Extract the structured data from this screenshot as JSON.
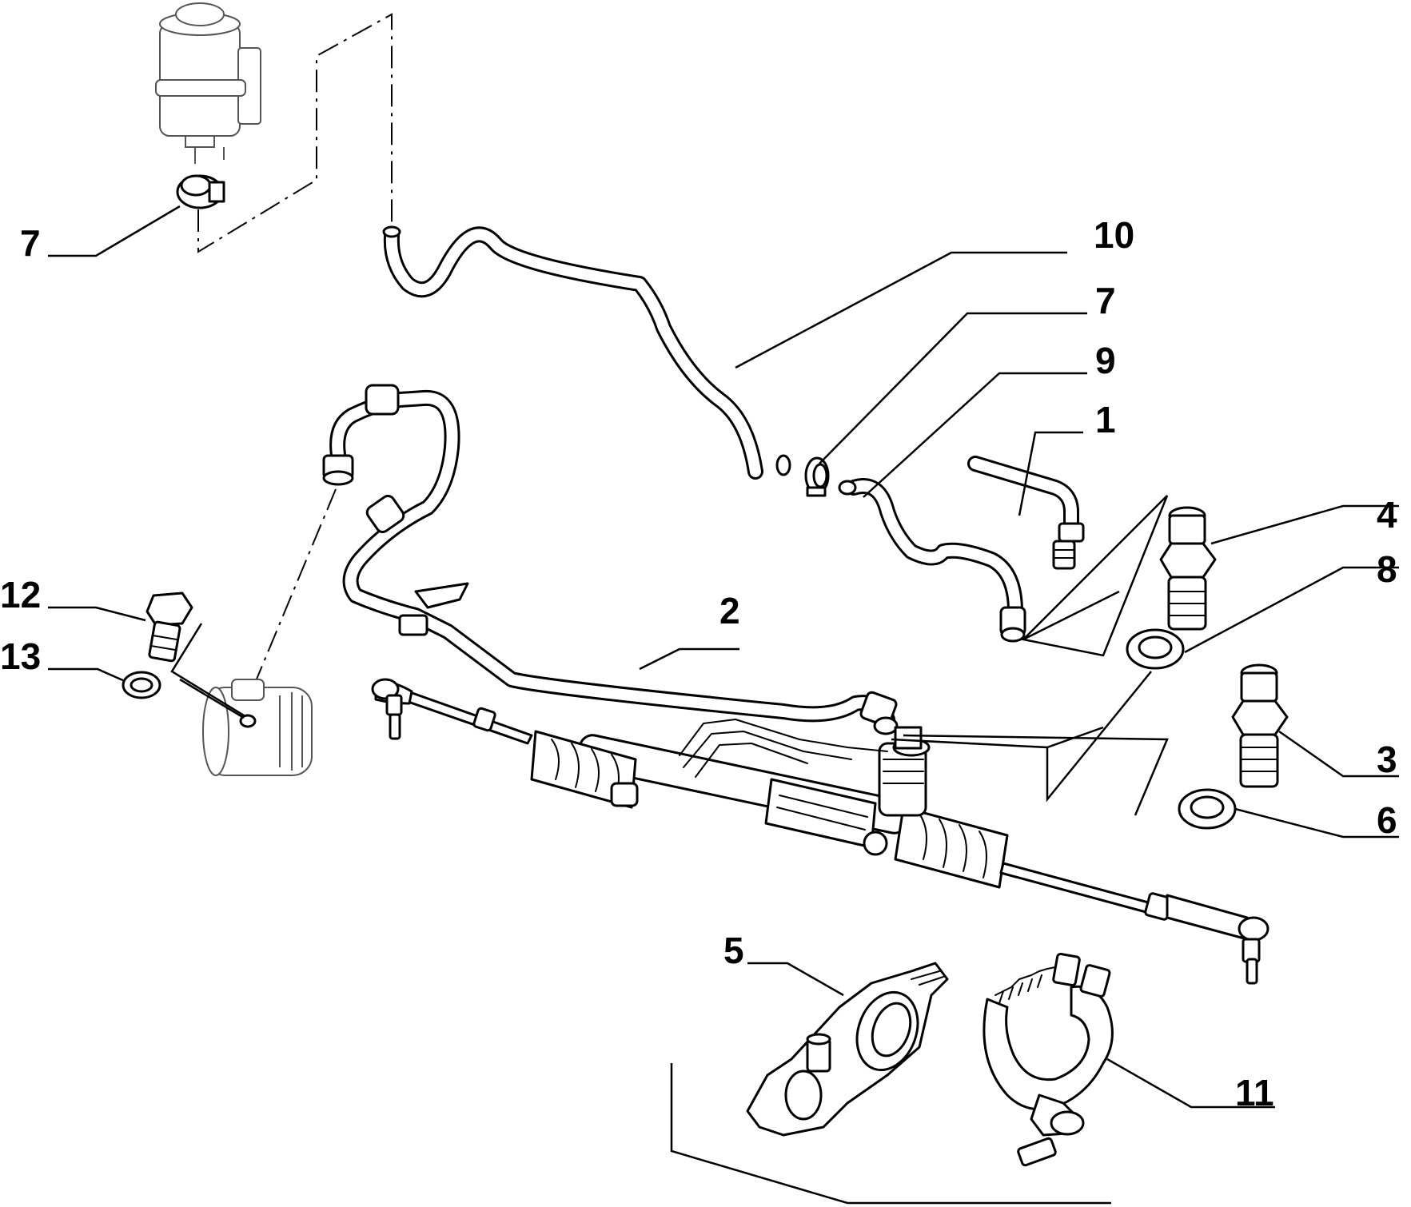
{
  "callouts": {
    "c1": "1",
    "c2": "2",
    "c3": "3",
    "c4": "4",
    "c5": "5",
    "c6": "6",
    "c7_top": "7",
    "c7_left": "7",
    "c8": "8",
    "c9": "9",
    "c10": "10",
    "c11": "11",
    "c12": "12",
    "c13": "13"
  },
  "colors": {
    "line": "#000000",
    "background": "#ffffff",
    "ghosted_part": "#555555"
  }
}
